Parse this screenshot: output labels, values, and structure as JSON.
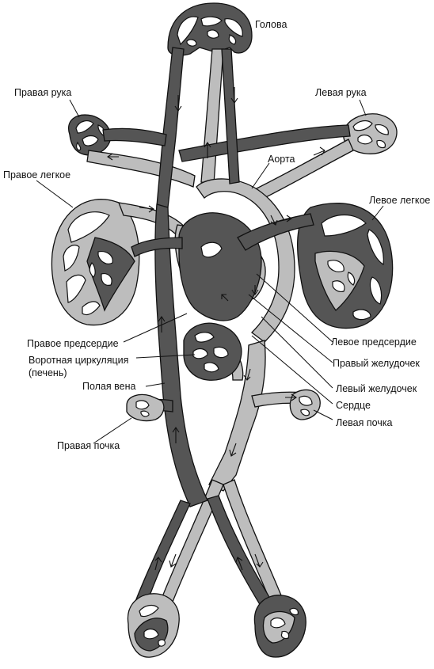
{
  "labels": {
    "head": "Голова",
    "right_arm": "Правая рука",
    "left_arm": "Левая рука",
    "aorta": "Аорта",
    "right_lung": "Правое легкое",
    "left_lung": "Левое легкое",
    "right_atrium": "Правое предсердие",
    "left_atrium": "Левое предсердие",
    "portal_line1": "Воротная циркуляция",
    "portal_line2": "(печень)",
    "right_ventricle": "Правый желудочек",
    "vena_cava": "Полая вена",
    "left_ventricle": "Левый желудочек",
    "heart": "Сердце",
    "left_kidney": "Левая почка",
    "right_kidney": "Правая почка"
  },
  "colors": {
    "venous_blood": "#555555",
    "arterial_blood": "#bdbdbd",
    "outline": "#111111",
    "background": "#ffffff"
  }
}
